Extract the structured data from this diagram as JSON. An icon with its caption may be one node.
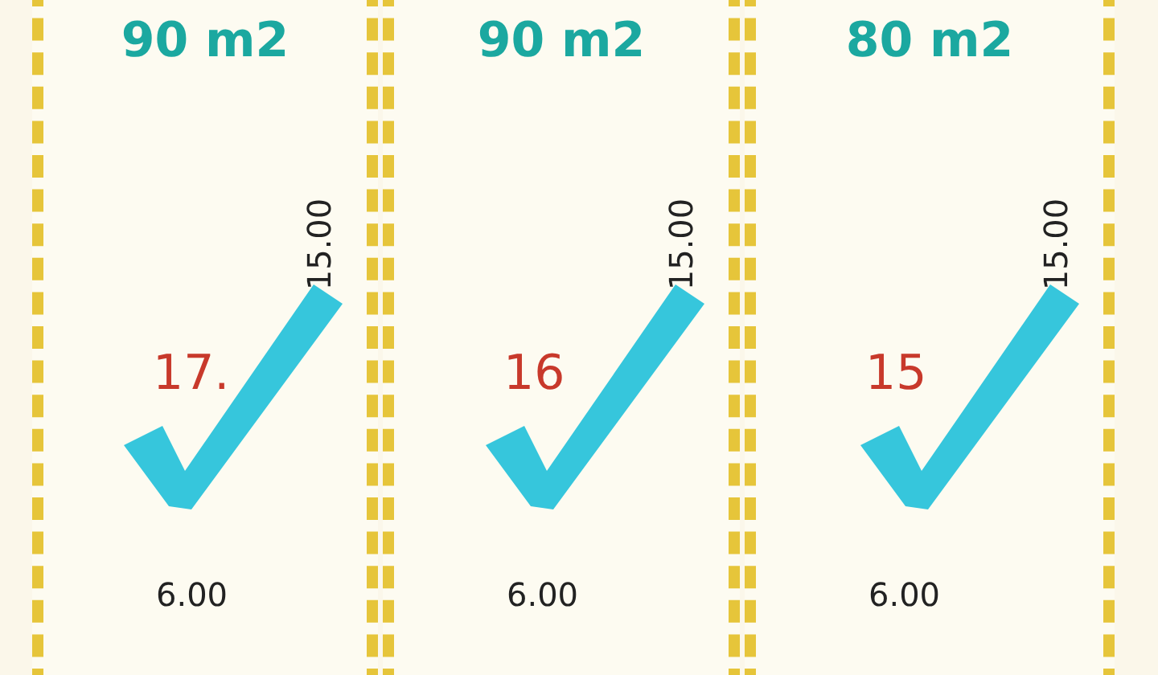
{
  "diagram": {
    "nodes": [
      {
        "text": [
          "90 m2",
          "17."
        ]
      },
      {
        "text": [
          "90 m2",
          "16"
        ]
      },
      {
        "text": [
          "80 m2",
          "15"
        ]
      }
    ],
    "labels": [
      "15.00",
      "6.00",
      "15.00",
      "6.00",
      "15.00",
      "6.00"
    ]
  }
}
